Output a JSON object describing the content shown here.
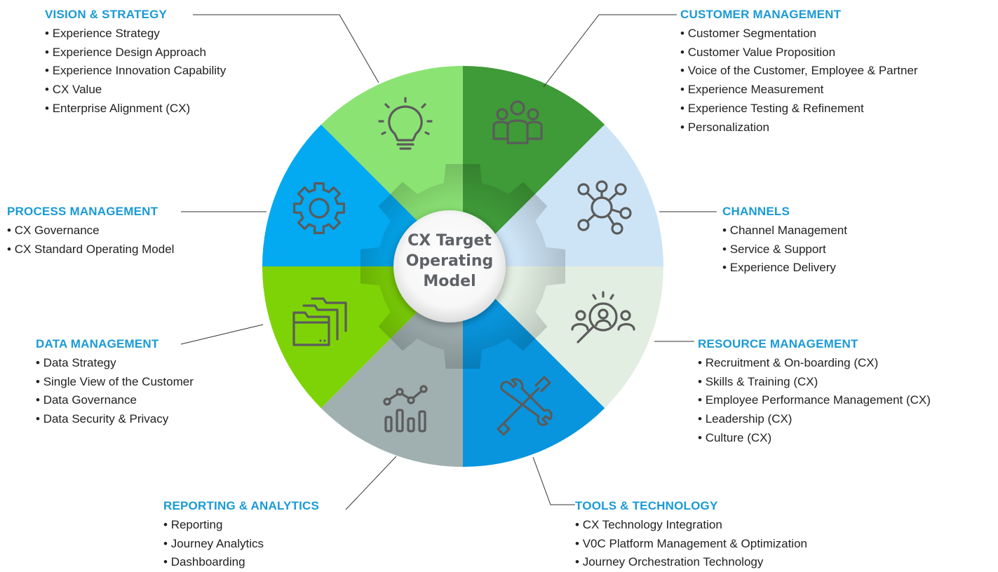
{
  "center": {
    "lines": [
      "CX Target",
      "Operating",
      "Model"
    ]
  },
  "colors": {
    "heading": "#1a9ad6",
    "segments": [
      "#8be374",
      "#3f9a38",
      "#cde4f6",
      "#e2eee2",
      "#0895dd",
      "#a0afb0",
      "#7ed306",
      "#03a9f1"
    ],
    "icon": "#5b5b5b"
  },
  "segments": [
    {
      "icon": "lightbulb-icon"
    },
    {
      "icon": "people-group-icon"
    },
    {
      "icon": "network-nodes-icon"
    },
    {
      "icon": "magnifier-person-icon"
    },
    {
      "icon": "tools-wrench-screwdriver-icon"
    },
    {
      "icon": "analytics-chart-icon"
    },
    {
      "icon": "folders-icon"
    },
    {
      "icon": "gear-icon"
    }
  ],
  "categories": [
    {
      "title": "VISION & STRATEGY",
      "items": [
        "Experience Strategy",
        "Experience Design Approach",
        "Experience Innovation Capability",
        "CX Value",
        "Enterprise Alignment (CX)"
      ]
    },
    {
      "title": "CUSTOMER MANAGEMENT",
      "items": [
        "Customer Segmentation",
        "Customer Value Proposition",
        "Voice of the Customer, Employee & Partner",
        "Experience Measurement",
        "Experience Testing & Refinement",
        "Personalization"
      ]
    },
    {
      "title": "PROCESS MANAGEMENT",
      "items": [
        "CX Governance",
        "CX Standard Operating Model"
      ]
    },
    {
      "title": "CHANNELS",
      "items": [
        "Channel Management",
        "Service & Support",
        "Experience Delivery"
      ]
    },
    {
      "title": "DATA MANAGEMENT",
      "items": [
        "Data Strategy",
        "Single View of the Customer",
        "Data Governance",
        "Data Security & Privacy"
      ]
    },
    {
      "title": "RESOURCE MANAGEMENT",
      "items": [
        "Recruitment & On-boarding (CX)",
        "Skills & Training (CX)",
        "Employee Performance Management (CX)",
        "Leadership (CX)",
        "Culture (CX)"
      ]
    },
    {
      "title": "REPORTING & ANALYTICS",
      "items": [
        "Reporting",
        "Journey Analytics",
        "Dashboarding"
      ]
    },
    {
      "title": "TOOLS & TECHNOLOGY",
      "items": [
        "CX Technology Integration",
        "V0C Platform Management & Optimization",
        "Journey Orchestration Technology"
      ]
    }
  ]
}
